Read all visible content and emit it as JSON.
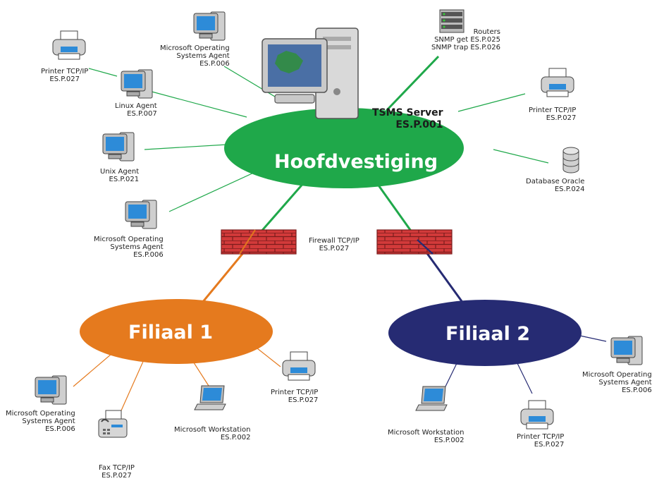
{
  "hubs": {
    "main": {
      "label": "Hoofdvestiging",
      "color": "#1fa84a"
    },
    "branch1": {
      "label": "Filiaal 1",
      "color": "#e57a1e"
    },
    "branch2": {
      "label": "Filiaal 2",
      "color": "#262b73"
    }
  },
  "server": {
    "line1": "TSMS Server",
    "line2": "ES.P.001"
  },
  "nodes": {
    "printer_tl": {
      "line1": "Printer TCP/IP",
      "line2": "ES.P.027"
    },
    "ms_agent_top": {
      "line1": "Microsoft Operating",
      "line2": "Systems Agent",
      "line3": "ES.P.006"
    },
    "linux": {
      "line1": "Linux Agent",
      "line2": "ES.P.007"
    },
    "unix": {
      "line1": "Unix Agent",
      "line2": "ES.P.021"
    },
    "ms_agent_left": {
      "line1": "Microsoft Operating",
      "line2": "Systems Agent",
      "line3": "ES.P.006"
    },
    "routers": {
      "line1": "Routers",
      "line2": "SNMP get ES.P.025",
      "line3": "SNMP trap ES.P.026"
    },
    "printer_right": {
      "line1": "Printer TCP/IP",
      "line2": "ES.P.027"
    },
    "database": {
      "line1": "Database Oracle",
      "line2": "ES.P.024"
    },
    "firewall": {
      "line1": "Firewall TCP/IP",
      "line2": "ES.P.027"
    },
    "b1_ms_agent": {
      "line1": "Microsoft Operating",
      "line2": "Systems Agent",
      "line3": "ES.P.006"
    },
    "b1_fax": {
      "line1": "Fax TCP/IP",
      "line2": "ES.P.027"
    },
    "b1_workstation": {
      "line1": "Microsoft Workstation",
      "line2": "ES.P.002"
    },
    "b1_printer": {
      "line1": "Printer TCP/IP",
      "line2": "ES.P.027"
    },
    "b2_workstation": {
      "line1": "Microsoft Workstation",
      "line2": "ES.P.002"
    },
    "b2_printer": {
      "line1": "Printer TCP/IP",
      "line2": "ES.P.027"
    },
    "b2_ms_agent": {
      "line1": "Microsoft Operating",
      "line2": "Systems Agent",
      "line3": "ES.P.006"
    }
  }
}
